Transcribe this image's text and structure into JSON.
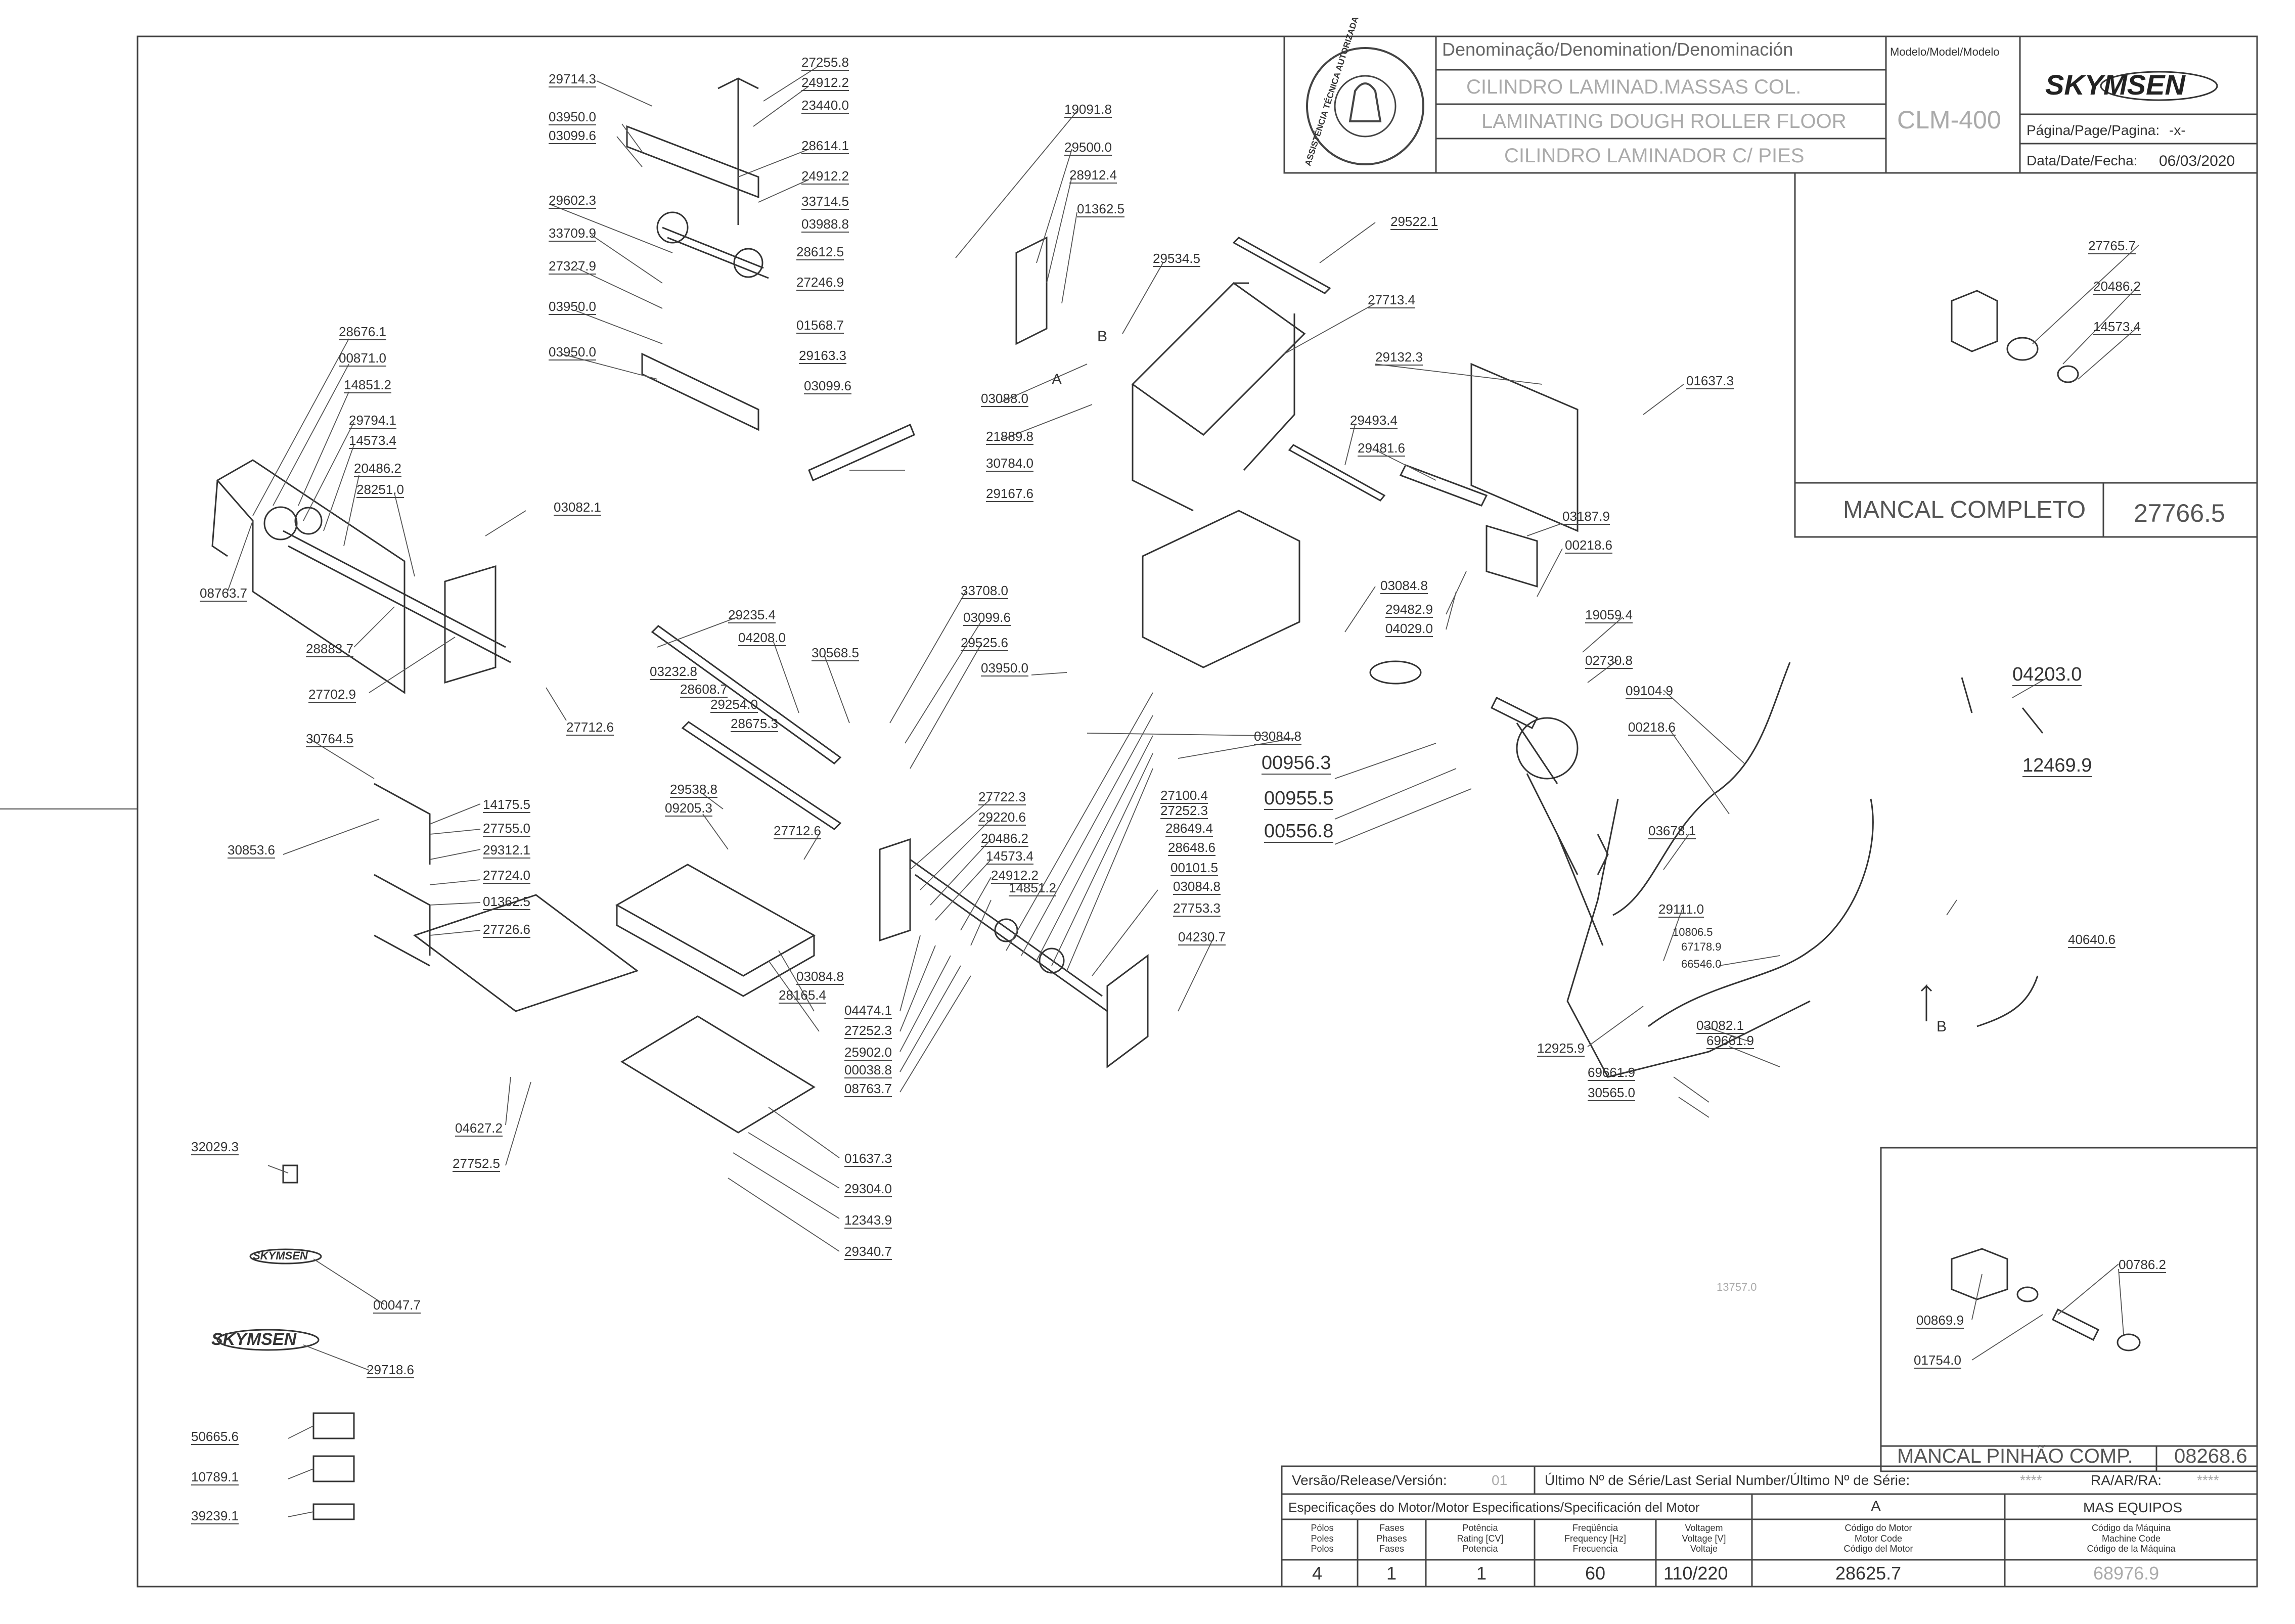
{
  "title_block": {
    "denomination_header": "Denominação/Denomination/Denominación",
    "name_pt": "CILINDRO LAMINAD.MASSAS COL.",
    "name_en": "LAMINATING DOUGH ROLLER FLOOR",
    "name_es": "CILINDRO LAMINADOR C/ PIES",
    "model_header": "Modelo/Model/Modelo",
    "model": "CLM-400",
    "brand": "SKYMSEN",
    "page_label": "Página/Page/Pagina:",
    "page_value": "-x-",
    "date_label": "Data/Date/Fecha:",
    "date_value": "06/03/2020",
    "seal_text": "ASSISTÊNCIA TÉCNICA AUTORIZADA"
  },
  "inset_bearing": {
    "title": "MANCAL COMPLETO",
    "code": "27766.5",
    "parts": [
      "27765.7",
      "20486.2",
      "14573.4"
    ]
  },
  "inset_pinion": {
    "title": "MANCAL PINHÃO COMP.",
    "code": "08268.6",
    "parts": [
      "00786.2",
      "00869.9",
      "01754.0"
    ]
  },
  "release_row": {
    "version_label": "Versão/Release/Versión:",
    "version_value": "01",
    "serial_label": "Último Nº de Série/Last Serial Number/Último Nº de Série:",
    "serial_value": "****",
    "ra_label": "RA/AR/RA:",
    "ra_value": "****"
  },
  "motor_table": {
    "spec_label": "Especificações do Motor/Motor Especifications/Specificación del Motor",
    "variant": "A",
    "maker": "MAS EQUIPOS",
    "headers": [
      "Pólos\nPoles\nPolos",
      "Fases\nPhases\nFases",
      "Potência\nRating [CV]\nPotencia",
      "Freqüência\nFrequency [Hz]\nFrecuencia",
      "Voltagem\nVoltage [V]\nVoltaje",
      "Código do Motor\nMotor Code\nCódigo del Motor",
      "Código da Máquina\nMachine Code\nCódigo de la Máquina"
    ],
    "values": [
      "4",
      "1",
      "1",
      "60",
      "110/220",
      "28625.7",
      "68976.9"
    ]
  },
  "letters": {
    "A": "A",
    "B": "B"
  },
  "logo_labels": [
    "SKYMSEN",
    "SKYMSEN"
  ],
  "part_labels": [
    "29714.3",
    "27255.8",
    "24912.2",
    "23440.0",
    "03950.0",
    "03099.6",
    "28614.1",
    "24912.2",
    "33714.5",
    "29602.3",
    "03988.8",
    "33709.9",
    "28612.5",
    "27327.9",
    "27246.9",
    "03950.0",
    "01568.7",
    "03950.0",
    "29163.3",
    "03099.6",
    "19091.8",
    "29500.0",
    "28912.4",
    "01362.5",
    "29534.5",
    "29522.1",
    "27713.4",
    "03088.0",
    "21889.8",
    "30784.0",
    "29132.3",
    "01637.3",
    "29493.4",
    "29481.6",
    "29167.6",
    "03187.9",
    "00218.6",
    "03084.8",
    "29482.9",
    "04029.0",
    "28676.1",
    "00871.0",
    "14851.2",
    "29794.1",
    "14573.4",
    "20486.2",
    "28251.0",
    "03082.1",
    "08763.7",
    "28883.7",
    "27702.9",
    "27712.6",
    "29235.4",
    "04208.0",
    "30568.5",
    "33708.0",
    "03099.6",
    "29525.6",
    "03950.0",
    "03232.8",
    "28608.7",
    "29254.0",
    "28675.3",
    "03084.8",
    "19059.4",
    "02730.8",
    "09104.9",
    "00218.6",
    "04203.0",
    "12469.9",
    "00956.3",
    "00955.5",
    "00556.8",
    "30764.5",
    "14175.5",
    "30853.6",
    "27755.0",
    "29312.1",
    "27724.0",
    "01362.5",
    "27726.6",
    "29538.8",
    "09205.3",
    "27712.6",
    "27722.3",
    "29220.6",
    "20486.2",
    "14573.4",
    "24912.2",
    "14851.2",
    "27100.4",
    "27252.3",
    "28649.4",
    "28648.6",
    "00101.5",
    "03084.8",
    "27753.3",
    "04230.7",
    "03678.1",
    "29111.0",
    "10806.5",
    "67178.9",
    "66546.0",
    "40640.6",
    "12925.9",
    "03082.1",
    "69661.9",
    "69661.9",
    "30565.0",
    "03084.8",
    "28165.4",
    "04474.1",
    "27252.3",
    "25902.0",
    "00038.8",
    "08763.7",
    "04627.2",
    "27752.5",
    "01637.3",
    "29304.0",
    "12343.9",
    "29340.7",
    "32029.3",
    "00047.7",
    "29718.6",
    "13757.0",
    "50665.6",
    "10789.1",
    "39239.1"
  ]
}
